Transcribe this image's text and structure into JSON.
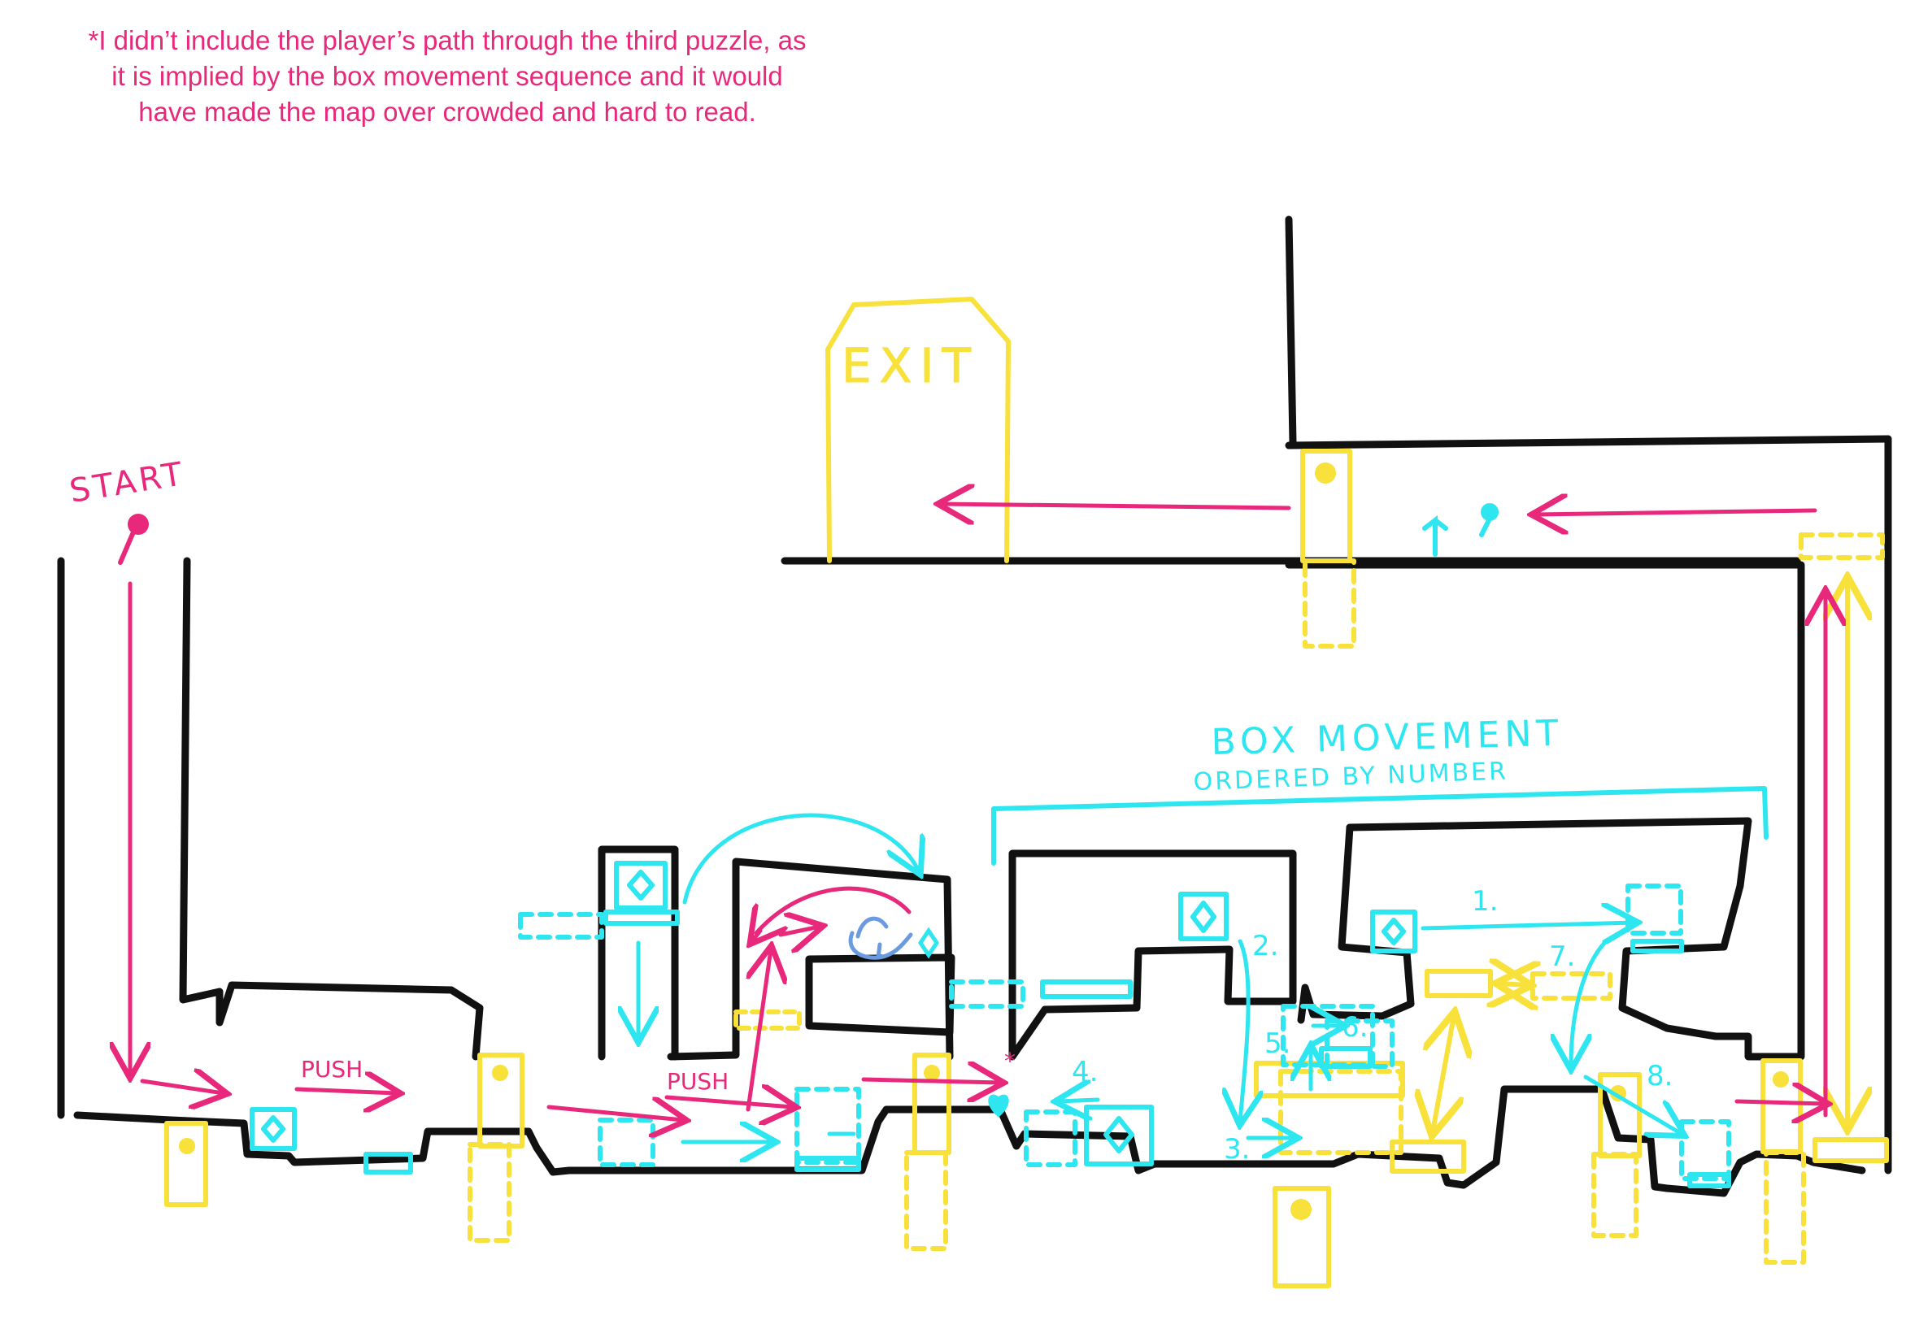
{
  "note": {
    "line1": "*I didn’t include the player’s path through the third puzzle, as",
    "line2": "it is implied by the box movement sequence and it would",
    "line3": "have made the map over crowded and hard to read."
  },
  "labels": {
    "start": "START",
    "exit": "EXIT",
    "push_1": "PUSH",
    "push_2": "PUSH",
    "box_movement": "BOX MOVEMENT",
    "ordered_by": "ORDERED BY NUMBER",
    "asterisk": "*"
  },
  "steps": [
    "1.",
    "2.",
    "3.",
    "4.",
    "5.",
    "6.",
    "7.",
    "8."
  ],
  "colors": {
    "wall": "#111111",
    "player_path": "#e8287a",
    "box": "#2ee6f0",
    "door": "#f7e13a",
    "enemy": "#6a9be0"
  },
  "icons": [
    "start-pin-icon",
    "heart-icon",
    "diamond-icon",
    "bird-enemy-icon",
    "exit-door-icon",
    "key-icon"
  ]
}
